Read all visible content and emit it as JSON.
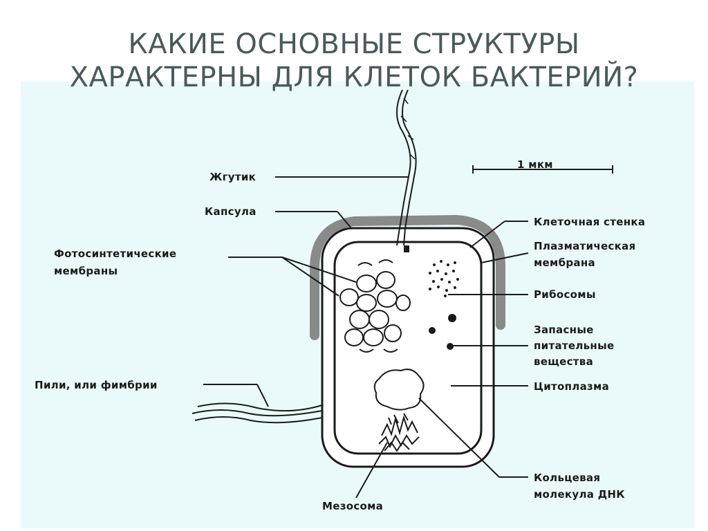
{
  "slide": {
    "title_line1": "КАКИЕ ОСНОВНЫЕ СТРУКТУРЫ",
    "title_line2": "ХАРАКТЕРНЫ ДЛЯ КЛЕТОК БАКТЕРИЙ?"
  },
  "diagram": {
    "scale_bar": "1 мкм",
    "labels": {
      "flagellum": "Жгутик",
      "capsule": "Капсула",
      "photo_line1": "Фотосинтетические",
      "photo_line2": "мембраны",
      "pili": "Пили, или фимбрии",
      "mesosome": "Мезосома",
      "cell_wall": "Клеточная стенка",
      "plasma_line1": "Плазматическая",
      "plasma_line2": "мембрана",
      "ribosomes": "Рибосомы",
      "storage_line1": "Запасные",
      "storage_line2": "питательные",
      "storage_line3": "вещества",
      "cytoplasm": "Цитоплазма",
      "dna_line1": "Кольцевая",
      "dna_line2": "молекула ДНК"
    }
  },
  "colors": {
    "panel": "#eafafb",
    "title": "#4a5a5a",
    "ink": "#1a1a1a"
  }
}
